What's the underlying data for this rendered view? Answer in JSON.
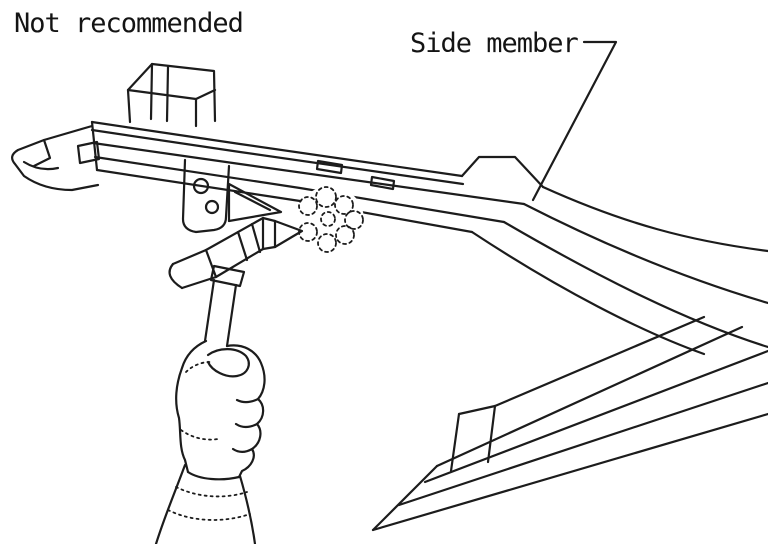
{
  "page": {
    "title": "Side member welding caution illustration"
  },
  "labels": {
    "not_recommended": "Not recommended",
    "side_member": "Side member"
  },
  "diagram": {
    "style": "black-and-white technical line drawing",
    "parts": [
      "side-member-rail",
      "crossmember-bracket",
      "front-bracket",
      "spring-hanger-bracket",
      "weld-spatter",
      "welding-torch",
      "gloved-hand",
      "sill-rail",
      "side-member-leader-line"
    ],
    "colors": {
      "ink": "#1c1c1c",
      "background": "#ffffff"
    }
  }
}
